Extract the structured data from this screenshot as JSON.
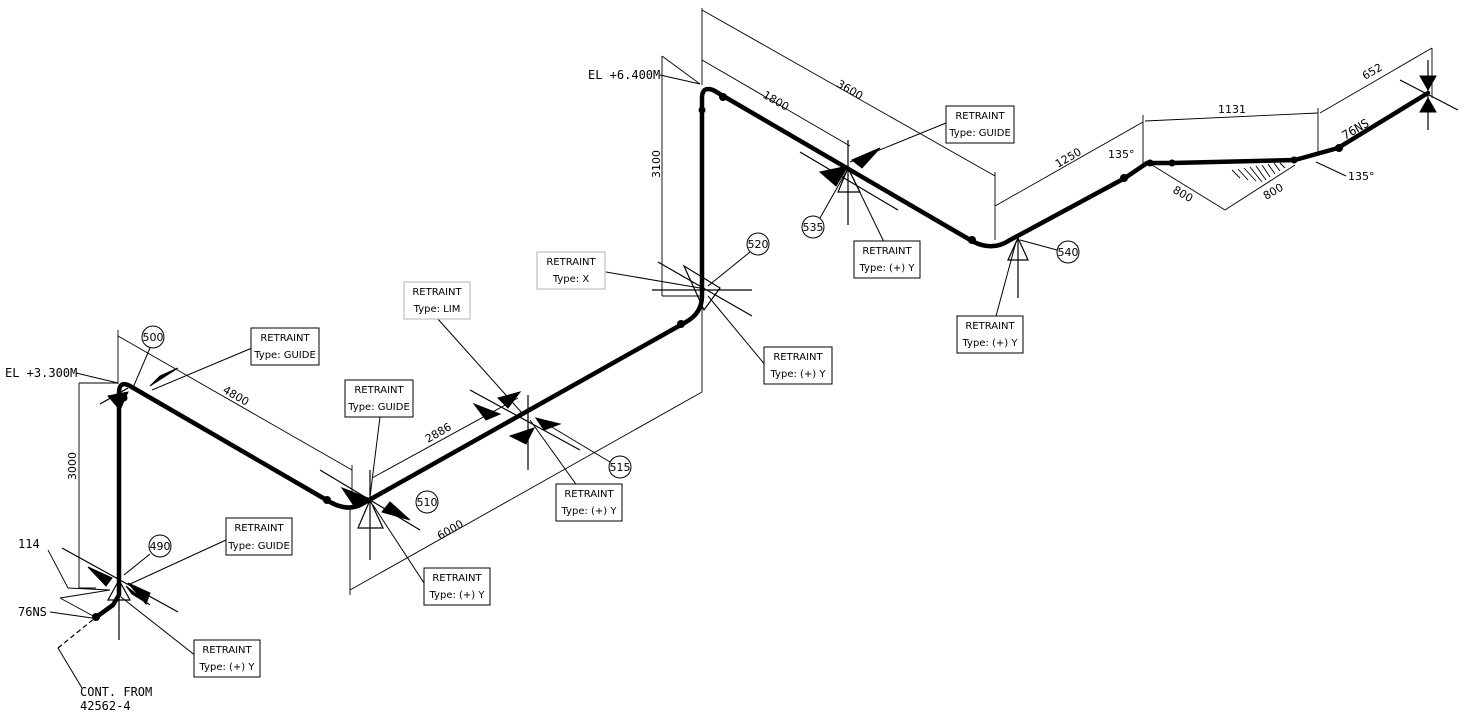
{
  "elevations": {
    "el_lower": "EL +3.300M",
    "el_upper": "EL +6.400M"
  },
  "pipe_size": {
    "left": "76NS",
    "right": "76NS"
  },
  "continuation": {
    "line1": "CONT. FROM",
    "line2": "42562-4"
  },
  "dimensions": {
    "d114": "114",
    "d3000": "3000",
    "d4800": "4800",
    "d6000": "6000",
    "d2886": "2886",
    "d3100": "3100",
    "d1800": "1800",
    "d3600": "3600",
    "d1250": "1250",
    "d1131": "1131",
    "d652": "652",
    "d800a": "800",
    "d800b": "800"
  },
  "angles": {
    "a1": "135°",
    "a2": "135°"
  },
  "nodes": {
    "n490": "490",
    "n500": "500",
    "n510": "510",
    "n515": "515",
    "n520": "520",
    "n535": "535",
    "n540": "540"
  },
  "restraints": {
    "r490_guide": {
      "title": "RETRAINT",
      "type": "Type: GUIDE"
    },
    "r490_y": {
      "title": "RETRAINT",
      "type": "Type: (+) Y"
    },
    "r500_guide": {
      "title": "RETRAINT",
      "type": "Type: GUIDE"
    },
    "r510_guide": {
      "title": "RETRAINT",
      "type": "Type: GUIDE"
    },
    "r510_y": {
      "title": "RETRAINT",
      "type": "Type: (+) Y"
    },
    "r515_lim": {
      "title": "RETRAINT",
      "type": "Type: LIM"
    },
    "r515_y": {
      "title": "RETRAINT",
      "type": "Type: (+) Y"
    },
    "r520_x": {
      "title": "RETRAINT",
      "type": "Type:  X"
    },
    "r520_y": {
      "title": "RETRAINT",
      "type": "Type: (+) Y"
    },
    "r535_guide": {
      "title": "RETRAINT",
      "type": "Type: GUIDE"
    },
    "r535_y": {
      "title": "RETRAINT",
      "type": "Type: (+) Y"
    },
    "r540_y": {
      "title": "RETRAINT",
      "type": "Type: (+) Y"
    }
  }
}
